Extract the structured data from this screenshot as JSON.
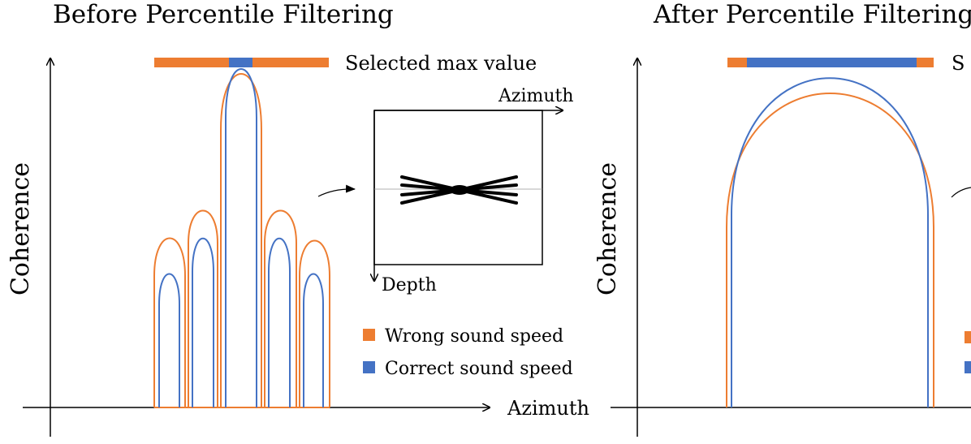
{
  "colors": {
    "wrong": "#ED7D31",
    "correct": "#4472C4",
    "axis": "#000000",
    "background": "#FFFFFF"
  },
  "left_panel": {
    "title": "Before Percentile Filtering",
    "ylabel": "Coherence",
    "xlabel": "Azimuth",
    "max_bar_label": "Selected max value",
    "inset": {
      "x_axis_label": "Azimuth",
      "y_axis_label": "Depth"
    },
    "legend": [
      {
        "label": "Wrong sound speed",
        "color": "#ED7D31"
      },
      {
        "label": "Correct sound speed",
        "color": "#4472C4"
      }
    ]
  },
  "right_panel": {
    "title": "After Percentile Filtering",
    "ylabel": "Coherence",
    "max_bar_label": "S"
  }
}
